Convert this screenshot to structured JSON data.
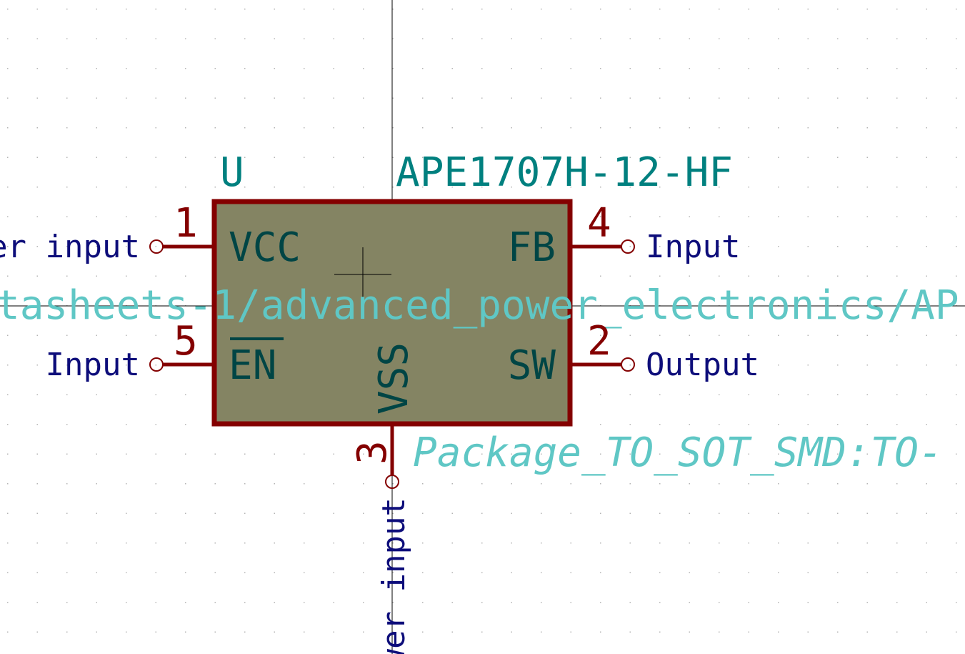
{
  "colors": {
    "background": "#ffffff",
    "grid_dot": "#b4b4b4",
    "crosshair": "#000000",
    "body_fill": "#848463",
    "body_outline": "#840000",
    "pin_line": "#840000",
    "pin_number": "#840000",
    "pin_name": "#004545",
    "pin_type": "#0d0d7a",
    "reference": "#00807f",
    "value": "#00807f",
    "hidden_field": "#5fc7c5",
    "pin_end_circle": "#840000"
  },
  "symbol": {
    "reference": "U",
    "value": "APE1707H-12-HF",
    "footprint_text": "Package_TO_SOT_SMD:TO-",
    "datasheet_text": "tasheets-1/advanced_power_electronics/AP",
    "pins": [
      {
        "number": "1",
        "name": "VCC",
        "type": "wer input",
        "side": "left"
      },
      {
        "number": "5",
        "name": "EN",
        "type": "Input",
        "side": "left",
        "overbar": true
      },
      {
        "number": "4",
        "name": "FB",
        "type": "Input",
        "side": "right"
      },
      {
        "number": "2",
        "name": "SW",
        "type": "Output",
        "side": "right"
      },
      {
        "number": "3",
        "name": "VSS",
        "type": "wer input",
        "side": "bottom"
      }
    ]
  }
}
